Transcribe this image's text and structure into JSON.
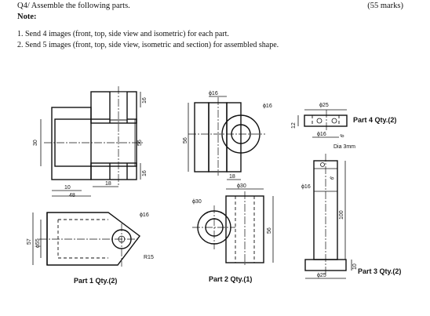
{
  "header": {
    "question": "Q4/ Assemble the following parts.",
    "marks": "(55 marks)"
  },
  "note": {
    "title": "Note:",
    "items": [
      "1. Send 4 images (front, top, side view and isometric) for each part.",
      "2. Send 5 images (front, top, side view, isometric and section) for assembled shape."
    ]
  },
  "parts": {
    "part1": {
      "label": "Part 1 Qty.(2)",
      "dims": {
        "d30": "30",
        "d56": "56",
        "d16a": "16",
        "d16b": "16",
        "d10": "10",
        "d18": "18",
        "d48": "48",
        "d57": "57",
        "d55": "ϕ55",
        "d16c": "ϕ16",
        "r15": "R15"
      }
    },
    "part2": {
      "label": "Part 2 Qty.(1)",
      "dims": {
        "d16a": "ϕ16",
        "d16b": "ϕ16",
        "d56a": "56",
        "d18": "18",
        "d30a": "ϕ30",
        "d30b": "ϕ30",
        "d56b": "56"
      }
    },
    "part3": {
      "label": "Part 3 Qty.(2)",
      "dims": {
        "d16": "ϕ16",
        "d6": "6",
        "d100": "100",
        "d25": "ϕ25",
        "d10": "10",
        "dia3": "Dia 3mm"
      }
    },
    "part4": {
      "label": "Part 4 Qty.(2)",
      "dims": {
        "d25": "ϕ25",
        "d12": "12",
        "d16": "ϕ16",
        "d6": "6"
      }
    }
  }
}
